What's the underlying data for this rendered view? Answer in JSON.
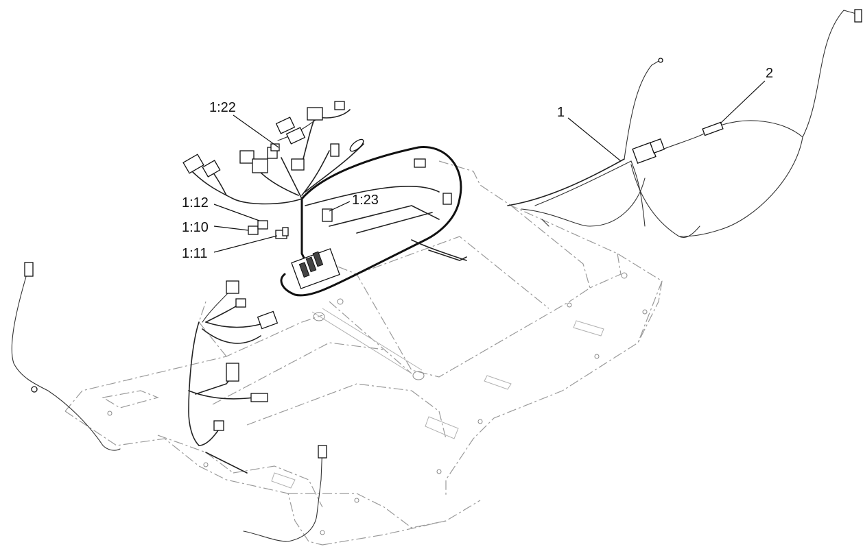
{
  "callouts": [
    {
      "id": "1",
      "label": "1"
    },
    {
      "id": "2",
      "label": "2"
    },
    {
      "id": "1-22",
      "label": "1:22"
    },
    {
      "id": "1-23",
      "label": "1:23"
    },
    {
      "id": "1-12",
      "label": "1:12"
    },
    {
      "id": "1-10",
      "label": "1:10"
    },
    {
      "id": "1-11",
      "label": "1:11"
    }
  ]
}
